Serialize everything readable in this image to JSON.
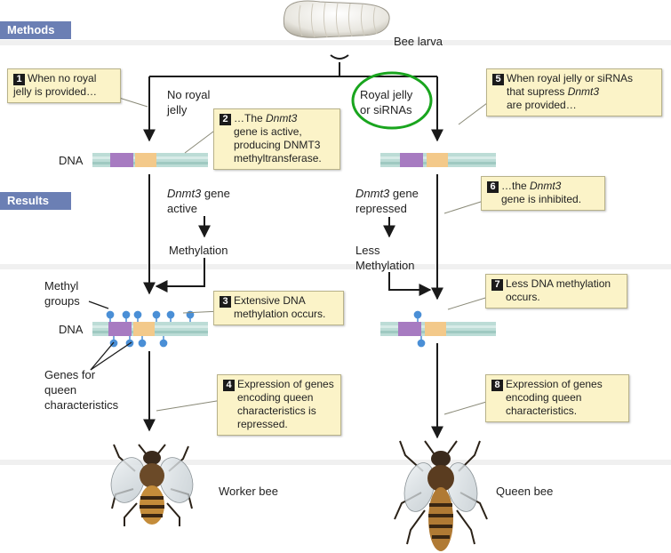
{
  "colors": {
    "tab_bg": "#6b7fb4",
    "callout_bg": "#fbf3c8",
    "dna_teal": "#a9d2cb",
    "dna_purple": "#a77bc1",
    "dna_orange": "#f3c98a",
    "methyl_blue": "#4a8fd6",
    "highlight_circle": "#19a51e"
  },
  "tabs": {
    "methods": "Methods",
    "results": "Results"
  },
  "top": {
    "larva_label": "Bee larva"
  },
  "left_branch": {
    "condition_line1": "No royal",
    "condition_line2": "jelly",
    "gene_state_italic": "Dnmt3",
    "gene_state_rest": " gene",
    "gene_state_line2": "active",
    "process": "Methylation"
  },
  "right_branch": {
    "condition_line1": "Royal jelly",
    "condition_line2": "or siRNAs",
    "gene_state_italic": "Dnmt3",
    "gene_state_rest": " gene",
    "gene_state_line2": "repressed",
    "process_line1": "Less",
    "process_line2": "Methylation"
  },
  "labels": {
    "dna_top": "DNA",
    "dna_bottom": "DNA",
    "methyl_line1": "Methyl",
    "methyl_line2": "groups",
    "genes_line1": "Genes for",
    "genes_line2": "queen",
    "genes_line3": "characteristics",
    "worker": "Worker bee",
    "queen": "Queen bee"
  },
  "callouts": {
    "c1": {
      "num": "1",
      "line1": "When no royal",
      "line2": "jelly is provided…"
    },
    "c2": {
      "num": "2",
      "line1_pre": "…The ",
      "line1_italic": "Dnmt3",
      "line2": "gene is active,",
      "line3": "producing DNMT3",
      "line4": "methyltransferase."
    },
    "c3": {
      "num": "3",
      "line1": "Extensive DNA",
      "line2": "methylation occurs."
    },
    "c4": {
      "num": "4",
      "line1": "Expression of genes",
      "line2": "encoding queen",
      "line3": "characteristics is",
      "line4": "repressed."
    },
    "c5": {
      "num": "5",
      "line1": "When royal jelly or siRNAs",
      "line2_pre": "that supress ",
      "line2_italic": "Dnmt3",
      "line3": "are provided…"
    },
    "c6": {
      "num": "6",
      "line1_pre": "…the ",
      "line1_italic": "Dnmt3",
      "line2": "gene is inhibited."
    },
    "c7": {
      "num": "7",
      "line1": "Less DNA methylation",
      "line2": "occurs."
    },
    "c8": {
      "num": "8",
      "line1": "Expression of genes",
      "line2": "encoding queen",
      "line3": "characteristics."
    }
  }
}
